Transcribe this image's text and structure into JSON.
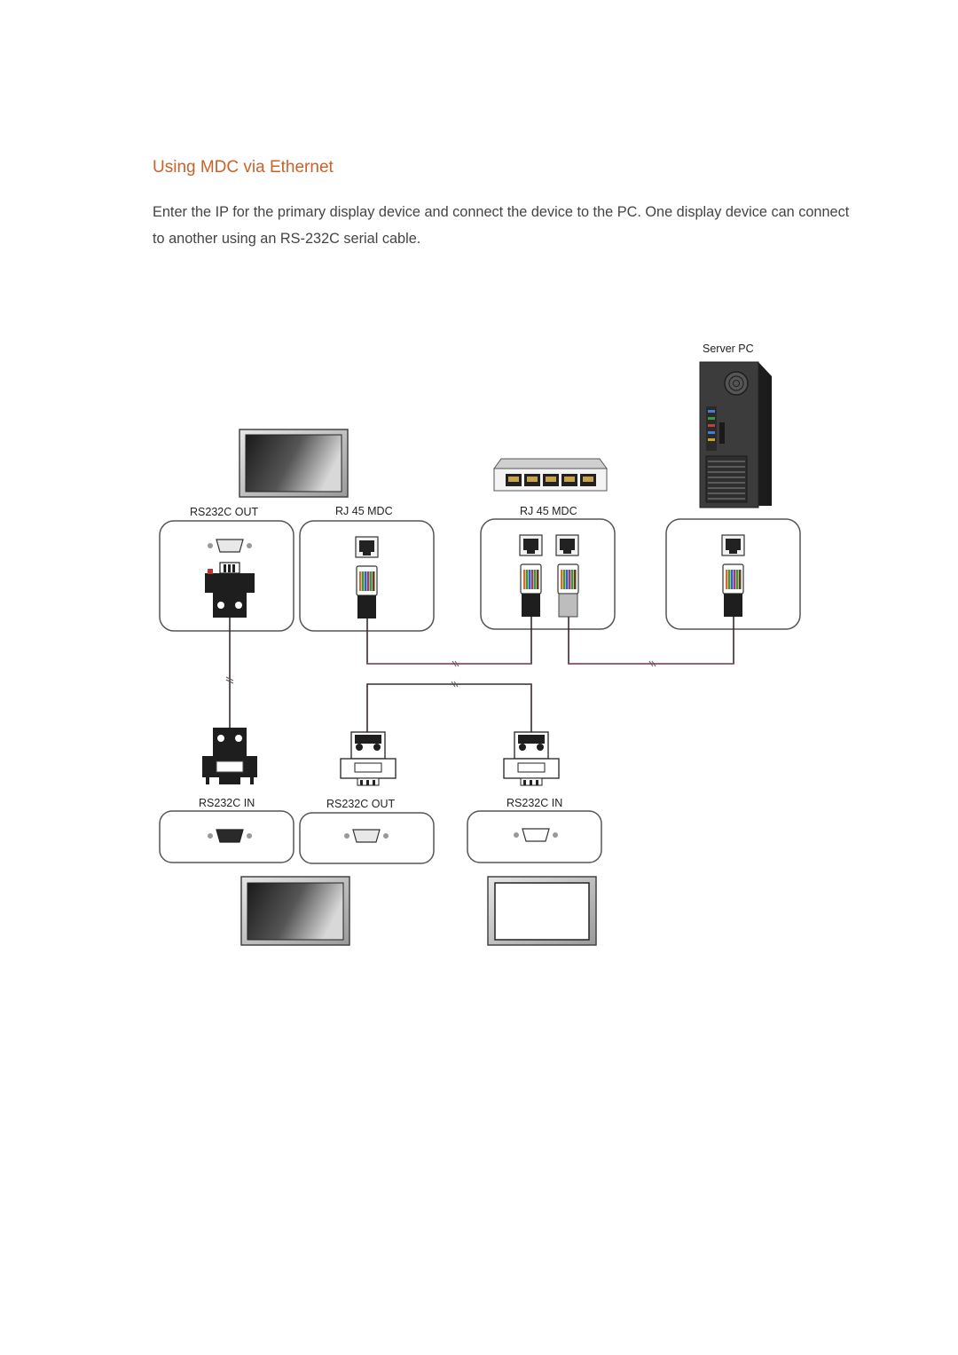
{
  "section": {
    "heading": "Using MDC via Ethernet",
    "paragraph": "Enter the IP for the primary display device and connect the device to the PC. One display device can connect to another using an RS-232C serial cable."
  },
  "diagram": {
    "labels": {
      "server_pc": "Server PC",
      "rs232c_out_top": "RS232C OUT",
      "rj45_mdc_left": "RJ 45 MDC",
      "rj45_mdc_hub": "RJ 45 MDC",
      "rs232c_in_left": "RS232C IN",
      "rs232c_out_bottom": "RS232C OUT",
      "rs232c_in_right": "RS232C IN"
    },
    "colors": {
      "heading": "#c8622a",
      "body_text": "#444444",
      "cable_dark": "#3a2a2a",
      "cable_magenta": "#a05070",
      "pc_body": "#3c3c3c"
    }
  }
}
